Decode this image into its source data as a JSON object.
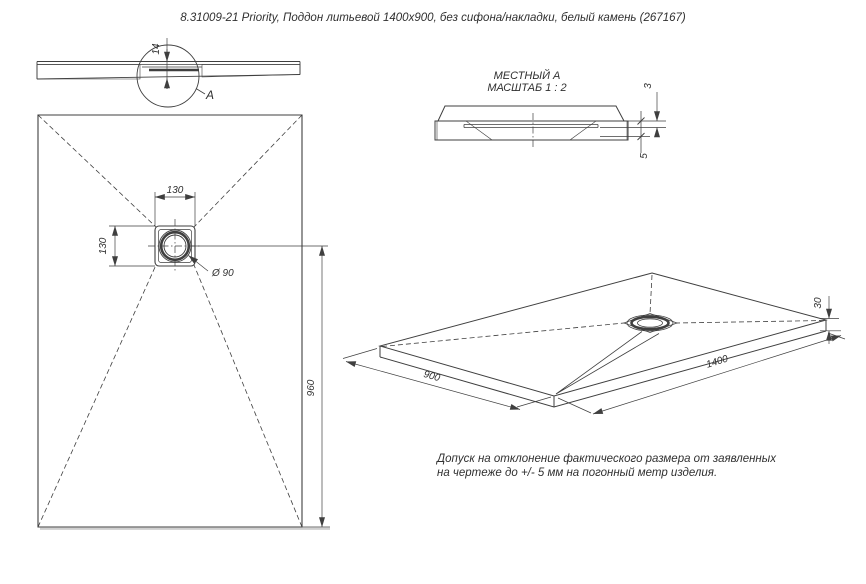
{
  "title": "8.31009-21 Priority, Поддон литьевой 1400x900, без сифона/накладки, белый камень (267167)",
  "section_view": {
    "dim_thickness": "14",
    "detail_label": "A"
  },
  "plan_view": {
    "dim_drain_offset_x": "130",
    "dim_drain_offset_y": "130",
    "dim_drain_diameter": "Ø 90",
    "dim_drain_to_edge": "960"
  },
  "detail_view": {
    "name": "МЕСТНЫЙ А",
    "scale": "МАСШТАБ 1 : 2",
    "dim_top": "3",
    "dim_bottom": "5"
  },
  "iso_view": {
    "dim_width": "900",
    "dim_length": "1400",
    "dim_height": "30"
  },
  "note": "Допуск на отклонение фактического размера от заявленных на чертеже до +/- 5 мм на погонный метр изделия.",
  "colors": {
    "line": "#3f3f3f",
    "text": "#303030",
    "background": "#ffffff"
  }
}
